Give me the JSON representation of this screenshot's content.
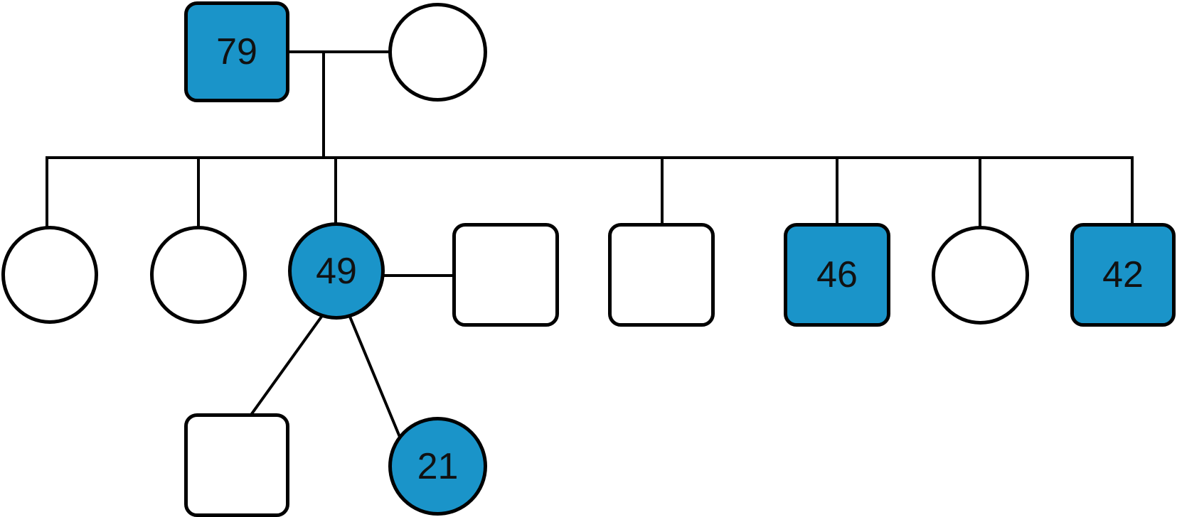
{
  "colors": {
    "affected": "#1a94c9",
    "unaffected": "#ffffff",
    "stroke": "#000000"
  },
  "pedigree": {
    "generation_1": {
      "father": {
        "shape": "square",
        "affected": true,
        "label": "79"
      },
      "mother": {
        "shape": "circle",
        "affected": false,
        "label": ""
      }
    },
    "generation_2": [
      {
        "shape": "circle",
        "affected": false,
        "label": ""
      },
      {
        "shape": "circle",
        "affected": false,
        "label": ""
      },
      {
        "shape": "circle",
        "affected": true,
        "label": "49"
      },
      {
        "shape": "square",
        "affected": false,
        "label": "",
        "role": "spouse"
      },
      {
        "shape": "square",
        "affected": false,
        "label": ""
      },
      {
        "shape": "square",
        "affected": true,
        "label": "46"
      },
      {
        "shape": "circle",
        "affected": false,
        "label": ""
      },
      {
        "shape": "square",
        "affected": true,
        "label": "42"
      }
    ],
    "generation_3": [
      {
        "shape": "square",
        "affected": false,
        "label": ""
      },
      {
        "shape": "circle",
        "affected": true,
        "label": "21"
      }
    ]
  }
}
